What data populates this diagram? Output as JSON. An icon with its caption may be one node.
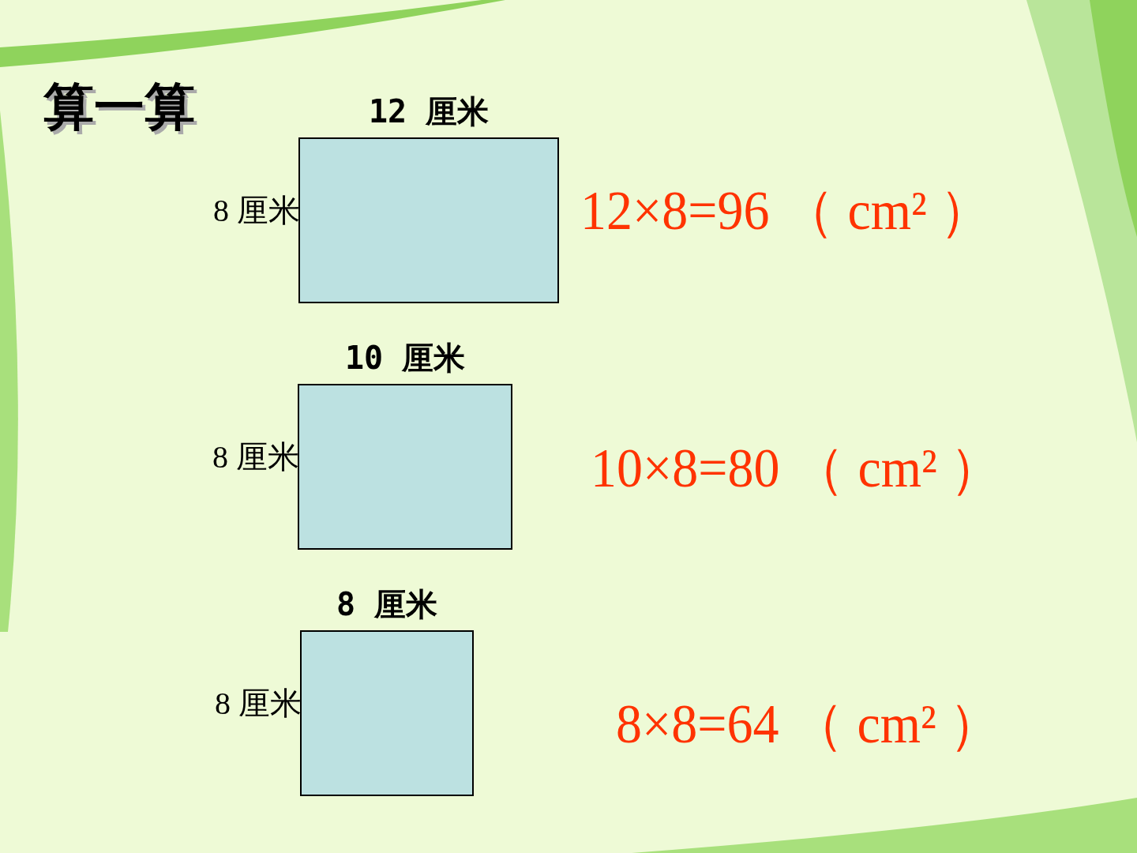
{
  "diagram": {
    "title": "算一算",
    "nodes": [
      {
        "text": [],
        "shape": "box",
        "beside": [
          "12 厘米",
          "8 厘米"
        ]
      },
      {
        "text": [],
        "shape": "box",
        "beside": [
          "10 厘米",
          "8 厘米"
        ]
      },
      {
        "text": [],
        "shape": "box",
        "beside": [
          "8 厘米",
          "8 厘米"
        ]
      }
    ],
    "labels": [
      "12×8=96 （ cm² ）",
      "10×8=80 （ cm² ）",
      "8×8=64 （ cm² ）"
    ]
  }
}
